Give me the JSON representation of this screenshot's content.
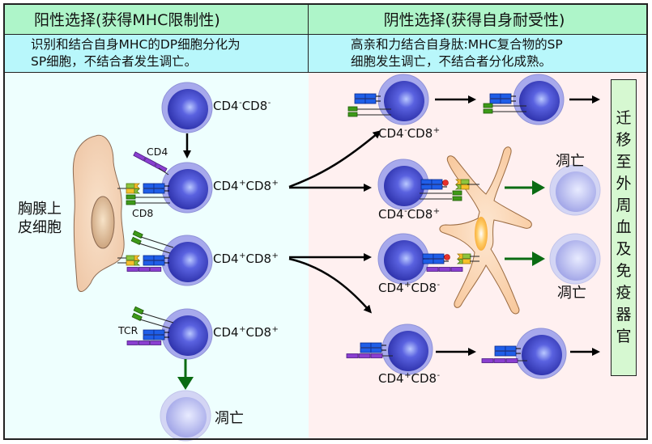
{
  "positive_selection": {
    "title": "阳性选择(获得MHC限制性)",
    "description_line1": "识别和结合自身MHC的DP细胞分化为",
    "description_line2": "SP细胞，不结合者发生调亡。",
    "epithelial_label_line1": "胸腺上",
    "epithelial_label_line2": "皮细胞",
    "cells": [
      {
        "cd4": "-",
        "cd8": "-"
      },
      {
        "cd4": "+",
        "cd8": "+"
      },
      {
        "cd4": "+",
        "cd8": "+"
      },
      {
        "cd4": "+",
        "cd8": "+"
      }
    ],
    "molecule_labels": {
      "cd4": "CD4",
      "cd8": "CD8",
      "tcr": "TCR"
    },
    "apoptosis_label": "凋亡"
  },
  "negative_selection": {
    "title": "阴性选择(获得自身耐受性)",
    "description_line1": "高亲和力结合自身肽:MHC复合物的SP",
    "description_line2": "细胞发生调亡，不结合者分化成熟。",
    "cells": [
      {
        "cd4": "-",
        "cd8": "+"
      },
      {
        "cd4": "-",
        "cd8": "+"
      },
      {
        "cd4": "+",
        "cd8": "-"
      },
      {
        "cd4": "+",
        "cd8": "-"
      }
    ],
    "apoptosis_label_1": "凋亡",
    "apoptosis_label_2": "凋亡",
    "migration_label": [
      "迁",
      "移",
      "至",
      "外",
      "周",
      "血",
      "及",
      "免",
      "疫",
      "器",
      "官"
    ]
  },
  "colors": {
    "header_bg": "#aef5c9",
    "description_bg": "#b8f7fb",
    "left_panel_bg": "#eefffe",
    "right_panel_bg": "#fff0f0",
    "cell_core": "#3b3fc4",
    "cell_membrane": "#a7a9ec",
    "apoptotic_cell": "#b3b6ee",
    "green_arrow": "#0a6b12",
    "migration_box": "#d6f8d1"
  }
}
